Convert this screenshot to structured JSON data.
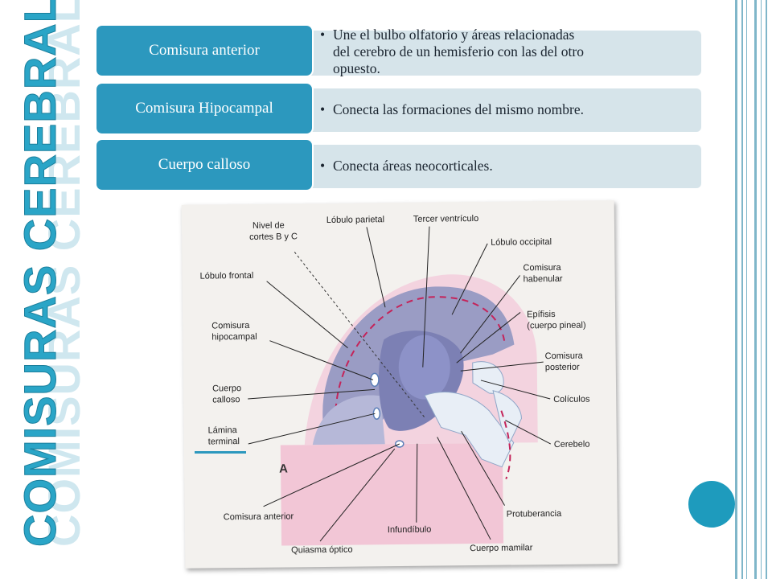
{
  "slide": {
    "title": "COMISURAS CEREBRALES",
    "accent_color": "#2c98be",
    "bar_color": "#d6e4ea"
  },
  "rows": [
    {
      "label": "Comisura anterior",
      "bullet": "•",
      "text_lines": [
        "Une el bulbo olfatorio y áreas relacionadas",
        "del cerebro de un hemisferio con las del otro",
        "opuesto."
      ]
    },
    {
      "label": "Comisura Hipocampal",
      "bullet": "•",
      "text_lines": [
        "Conecta las formaciones del mismo nombre."
      ]
    },
    {
      "label": "Cuerpo calloso",
      "bullet": "•",
      "text_lines": [
        "Conecta áreas neocorticales."
      ]
    }
  ],
  "figure": {
    "panel_letter": "A",
    "labels": {
      "nivel_1": "Nivel de",
      "nivel_2": "cortes B y C",
      "lobulo_parietal": "Lóbulo parietal",
      "tercer_ventriculo": "Tercer ventrículo",
      "lobulo_occipital": "Lóbulo occipital",
      "lobulo_frontal": "Lóbulo frontal",
      "comisura_habenular_1": "Comisura",
      "comisura_habenular_2": "habenular",
      "epifisis_1": "Epífisis",
      "epifisis_2": "(cuerpo pineal)",
      "comisura_hipocampal_1": "Comisura",
      "comisura_hipocampal_2": "hipocampal",
      "comisura_posterior_1": "Comisura",
      "comisura_posterior_2": "posterior",
      "cuerpo_calloso_1": "Cuerpo",
      "cuerpo_calloso_2": "calloso",
      "coliculos": "Colículos",
      "lamina_terminal_1": "Lámina",
      "lamina_terminal_2": "terminal",
      "cerebelo": "Cerebelo",
      "comisura_anterior": "Comisura anterior",
      "protuberancia": "Protuberancia",
      "infundibulo": "Infundíbulo",
      "quiasma_optico": "Quiasma óptico",
      "cuerpo_mamilar": "Cuerpo mamilar"
    }
  }
}
